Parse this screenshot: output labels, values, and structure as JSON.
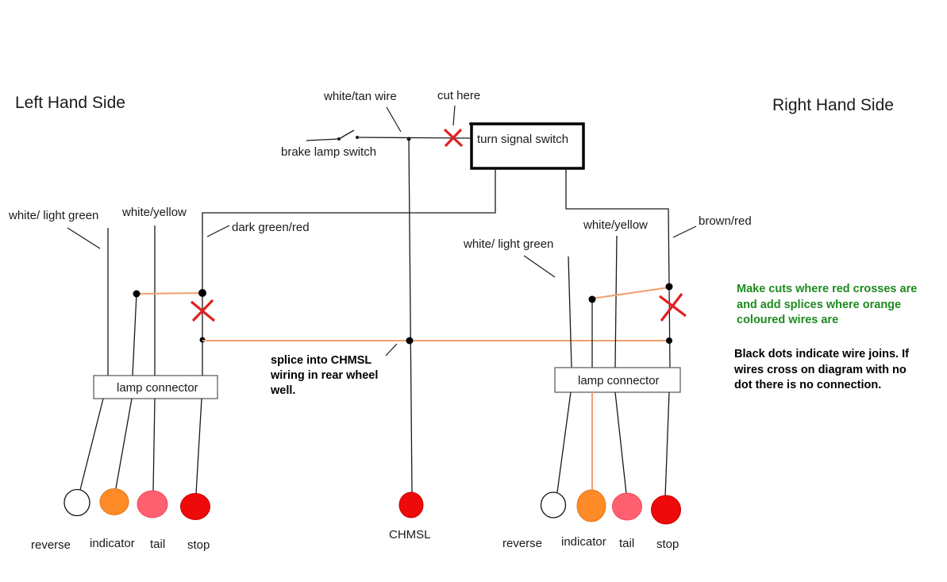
{
  "titles": {
    "left": "Left Hand Side",
    "right": "Right Hand Side"
  },
  "switches": {
    "brake_lamp_switch": "brake lamp switch",
    "turn_signal_switch": "turn signal switch"
  },
  "top_labels": {
    "white_tan_wire": "white/tan wire",
    "cut_here": "cut here"
  },
  "left_side": {
    "wire_white_light_green": "white/ light green",
    "wire_white_yellow": "white/yellow",
    "wire_dark_green_red": "dark green/red",
    "lamp_connector": "lamp connector",
    "lamps": [
      "reverse",
      "indicator",
      "tail",
      "stop"
    ]
  },
  "right_side": {
    "wire_white_light_green": "white/ light green",
    "wire_white_yellow": "white/yellow",
    "wire_brown_red": "brown/red",
    "lamp_connector": "lamp connector",
    "lamps": [
      "reverse",
      "indicator",
      "tail",
      "stop"
    ]
  },
  "center": {
    "splice_note": [
      "splice into CHMSL",
      "wiring in rear wheel",
      "well."
    ],
    "chmsl": "CHMSL"
  },
  "notes": {
    "green": [
      "Make cuts where red crosses are",
      "and add splices where orange",
      "coloured wires are"
    ],
    "black": [
      "Black dots indicate wire joins. If",
      "wires cross on diagram with no",
      "dot there is no connection."
    ]
  },
  "colors": {
    "wire": "#1a1a1a",
    "splice": "#f0a070",
    "cross": "#e02020",
    "lamp_reverse": "#ffffff",
    "lamp_indicator": "#ff8a28",
    "lamp_tail": "#ff6070",
    "lamp_stop": "#ee0a0a",
    "lamp_chmsl": "#ee0a0a",
    "note_green": "#1e8a1e"
  }
}
